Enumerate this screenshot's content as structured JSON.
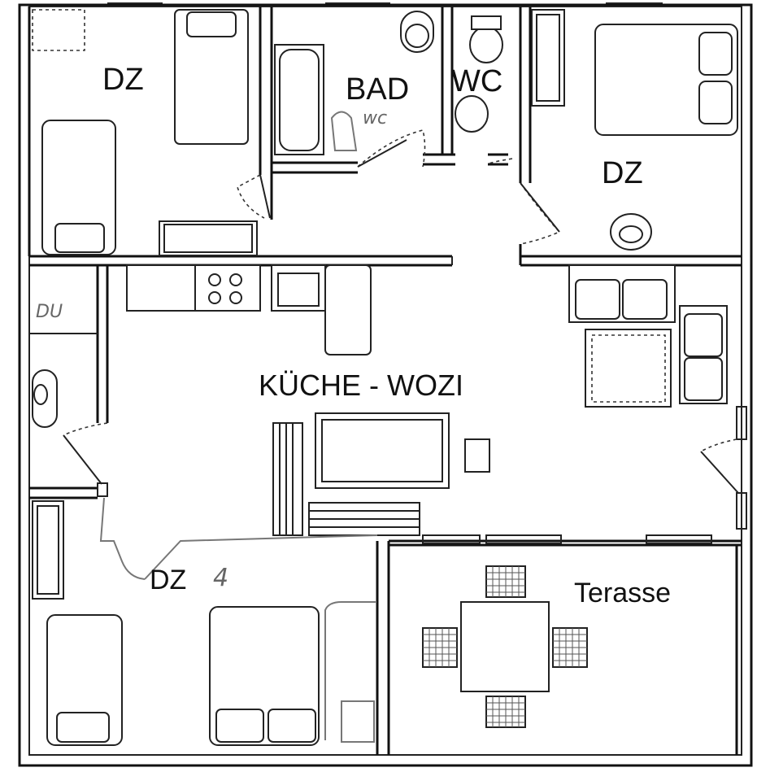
{
  "rooms": {
    "dz_top_left": "DZ",
    "bad": "BAD",
    "wc": "WC",
    "dz_top_right": "DZ",
    "kueche_wozi": "KÜCHE - WOZI",
    "dz_bottom": "DZ",
    "terasse": "Terasse"
  },
  "handwritten": {
    "bad_wc_note": "wc",
    "du_note": "DU",
    "room_number": "4"
  }
}
